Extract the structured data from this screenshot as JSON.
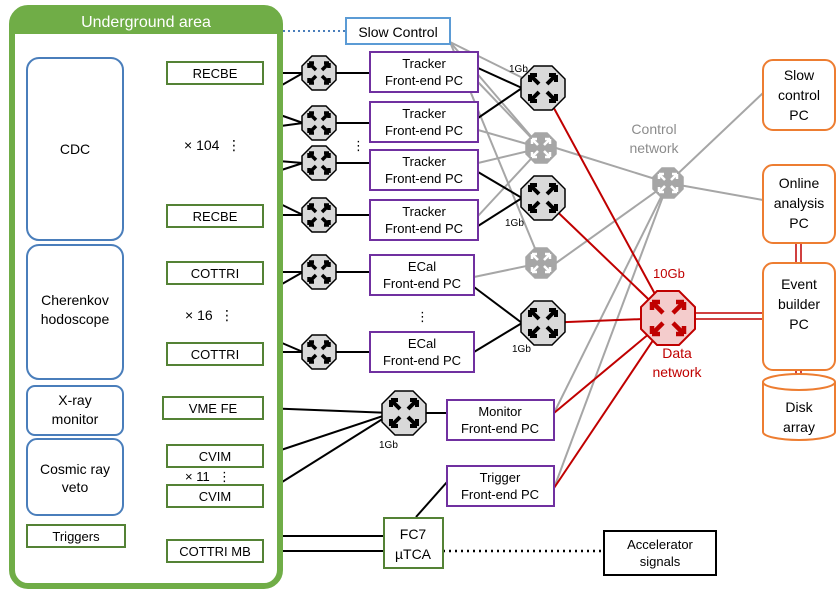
{
  "underground": {
    "title": "Underground area",
    "cdc": "CDC",
    "cherenkov": [
      "Cherenkov",
      "hodoscope"
    ],
    "xray": [
      "X-ray",
      "monitor"
    ],
    "cosmic": [
      "Cosmic ray",
      "veto"
    ],
    "triggers": "Triggers",
    "recbe": "RECBE",
    "cottri": "COTTRI",
    "vme": "VME FE",
    "cvim": "CVIM",
    "cottri_mb": "COTTRI MB",
    "mult_cdc": "× 104",
    "mult_cher": "× 16",
    "mult_cosmic": "× 11"
  },
  "slow_control": "Slow Control",
  "frontend": {
    "tracker": [
      "Tracker",
      "Front-end PC"
    ],
    "ecal": [
      "ECal",
      "Front-end PC"
    ],
    "monitor": [
      "Monitor",
      "Front-end PC"
    ],
    "trigger": [
      "Trigger",
      "Front-end PC"
    ]
  },
  "fc7": [
    "FC7",
    "µTCA"
  ],
  "accelerator": [
    "Accelerator",
    "signals"
  ],
  "network": {
    "gb1": "1Gb",
    "gb10": "10Gb",
    "control": [
      "Control",
      "network"
    ],
    "data": [
      "Data",
      "network"
    ]
  },
  "servers": {
    "slow_control_pc": [
      "Slow",
      "control",
      "PC"
    ],
    "online_pc": [
      "Online",
      "analysis",
      "PC"
    ],
    "event_builder": [
      "Event",
      "builder",
      "PC"
    ],
    "disk": [
      "Disk",
      "array"
    ]
  },
  "dots": "⋮",
  "colors": {
    "green": "#548235",
    "green_fill": "#70ad47",
    "blue": "#4a7ebb",
    "purple": "#7030a0",
    "orange": "#ed7d31",
    "red": "#c00000",
    "gray": "#a6a6a6",
    "slow_blue": "#5b9bd5"
  }
}
